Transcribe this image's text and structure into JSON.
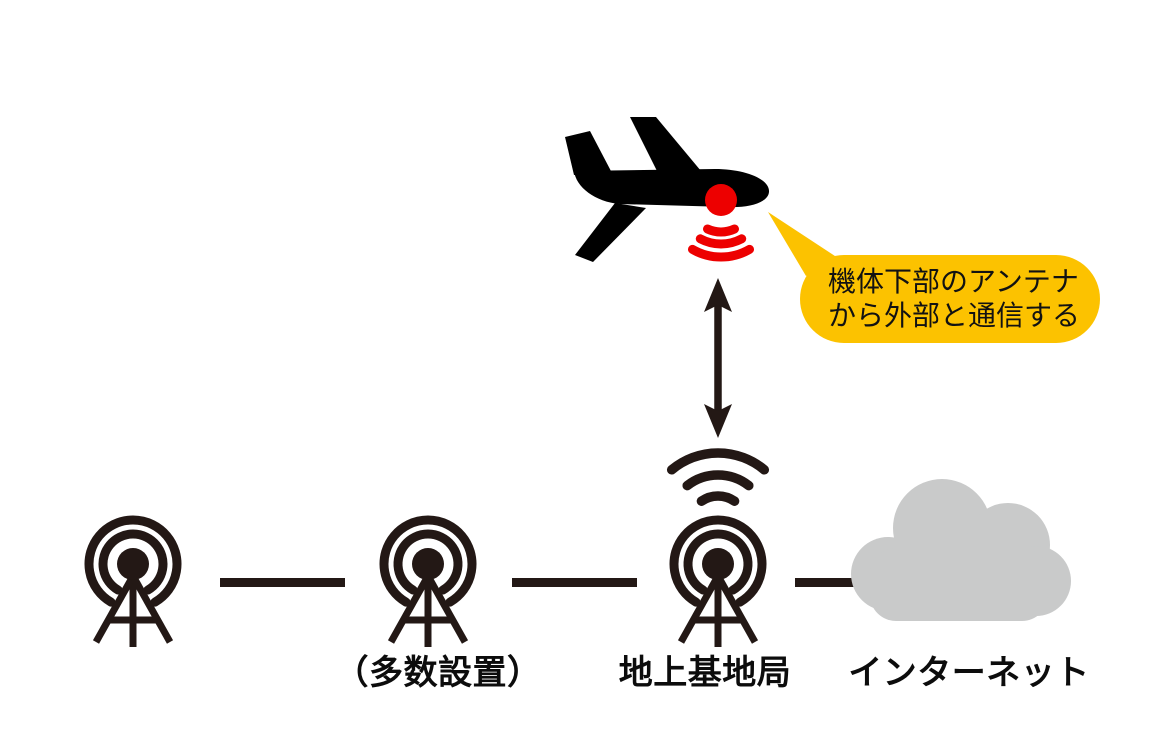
{
  "callout": {
    "lines": [
      "機体下部のアンテナ",
      "から外部と通信する"
    ]
  },
  "labels": {
    "relay_note": "（多数設置）",
    "ground_station": "地上基地局",
    "internet": "インターネット"
  },
  "icons": {
    "airplane": "airplane-icon",
    "aircraft_antenna_dot": "antenna-dot-icon",
    "downlink_waves": "signal-waves-down-icon",
    "air_ground_link": "double-arrow-icon",
    "relay_towers": "radio-tower-icon",
    "base_station_waves": "signal-waves-up-icon",
    "internet_cloud": "cloud-icon"
  },
  "colors": {
    "ink": "#231815",
    "airplane_black": "#000000",
    "signal_red": "#ED0000",
    "callout_yellow": "#FCC200",
    "cloud_gray": "#C9CACA",
    "background": "#FFFFFF"
  }
}
